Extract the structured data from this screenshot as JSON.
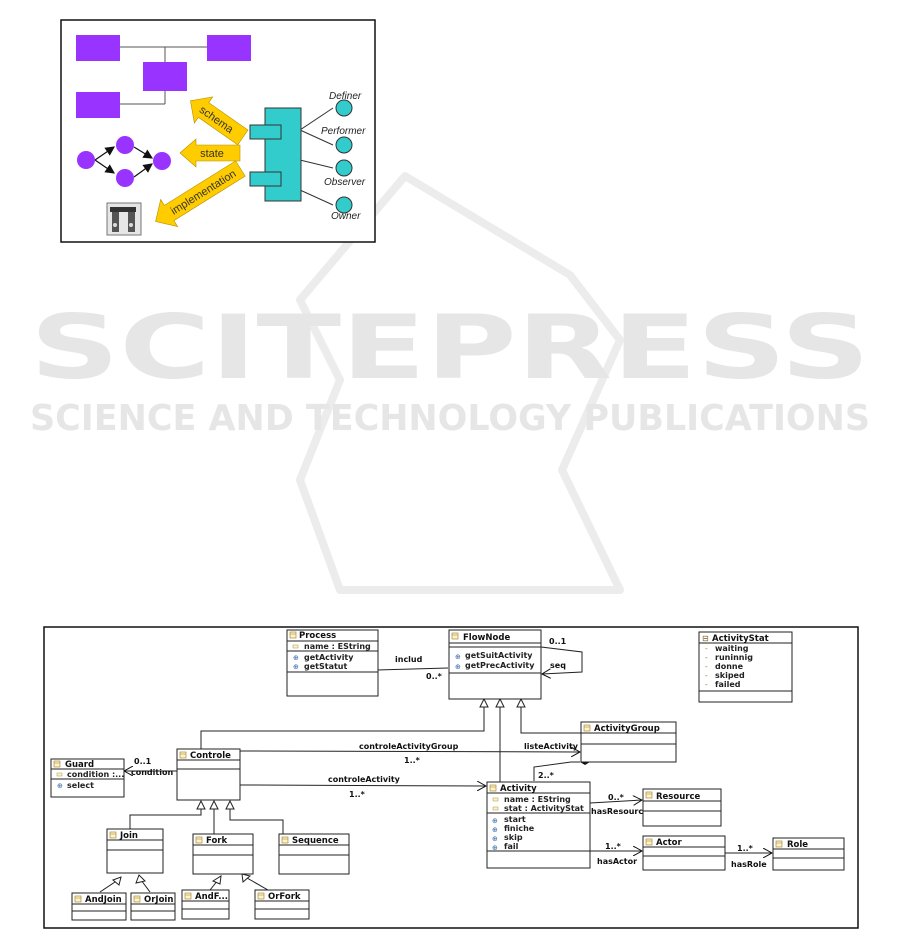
{
  "watermark": {
    "title": "SCITEPRESS",
    "subtitle": "SCIENCE AND TECHNOLOGY PUBLICATIONS"
  },
  "figure1": {
    "roles": [
      "Definer",
      "Performer",
      "Observer",
      "Owner"
    ],
    "arrows": [
      "schema",
      "state",
      "implementation"
    ],
    "colors": {
      "box": "#9933ff",
      "component": "#33cccc",
      "arrow": "#ffcc00"
    }
  },
  "figure2": {
    "classes": {
      "process": {
        "title": "Process",
        "attrs": [
          "name : EString"
        ],
        "ops": [
          "getActivity",
          "getStatut"
        ]
      },
      "flownode": {
        "title": "FlowNode",
        "attrs": [],
        "ops": [
          "getSuitActivity",
          "getPrecActivity"
        ]
      },
      "activitystat": {
        "title": "ActivityStat",
        "literals": [
          "waiting",
          "runinnig",
          "donne",
          "skiped",
          "failed"
        ]
      },
      "guard": {
        "title": "Guard",
        "attrs": [
          "condition :..."
        ],
        "ops": [
          "select"
        ]
      },
      "controle": {
        "title": "Controle"
      },
      "activitygroup": {
        "title": "ActivityGroup"
      },
      "activity": {
        "title": "Activity",
        "attrs": [
          "name : EString",
          "stat : ActivityStat"
        ],
        "ops": [
          "start",
          "finiche",
          "skip",
          "fail"
        ]
      },
      "resource": {
        "title": "Resource"
      },
      "actor": {
        "title": "Actor"
      },
      "role": {
        "title": "Role"
      },
      "join": {
        "title": "Join"
      },
      "fork": {
        "title": "Fork"
      },
      "sequence": {
        "title": "Sequence"
      },
      "andjoin": {
        "title": "AndJoin"
      },
      "orjoin": {
        "title": "OrJoin"
      },
      "andfork": {
        "title": "AndF..."
      },
      "orfork": {
        "title": "OrFork"
      }
    },
    "relations": {
      "includ": "includ",
      "includ_mult": "0..*",
      "seq": "seq",
      "seq_mult": "0..1",
      "condition": "condition",
      "condition_mult": "0..1",
      "controleActivityGroup": "controleActivityGroup",
      "controleActivityGroup_mult": "1..*",
      "listeActivity": "listeActivity",
      "listeActivity_mult": "2..*",
      "controleActivity": "controleActivity",
      "controleActivity_mult": "1..*",
      "hasResource": "hasResource",
      "hasResource_mult": "0..*",
      "hasActor": "hasActor",
      "hasActor_mult": "1..*",
      "hasRole": "hasRole",
      "hasRole_mult": "1..*"
    }
  }
}
